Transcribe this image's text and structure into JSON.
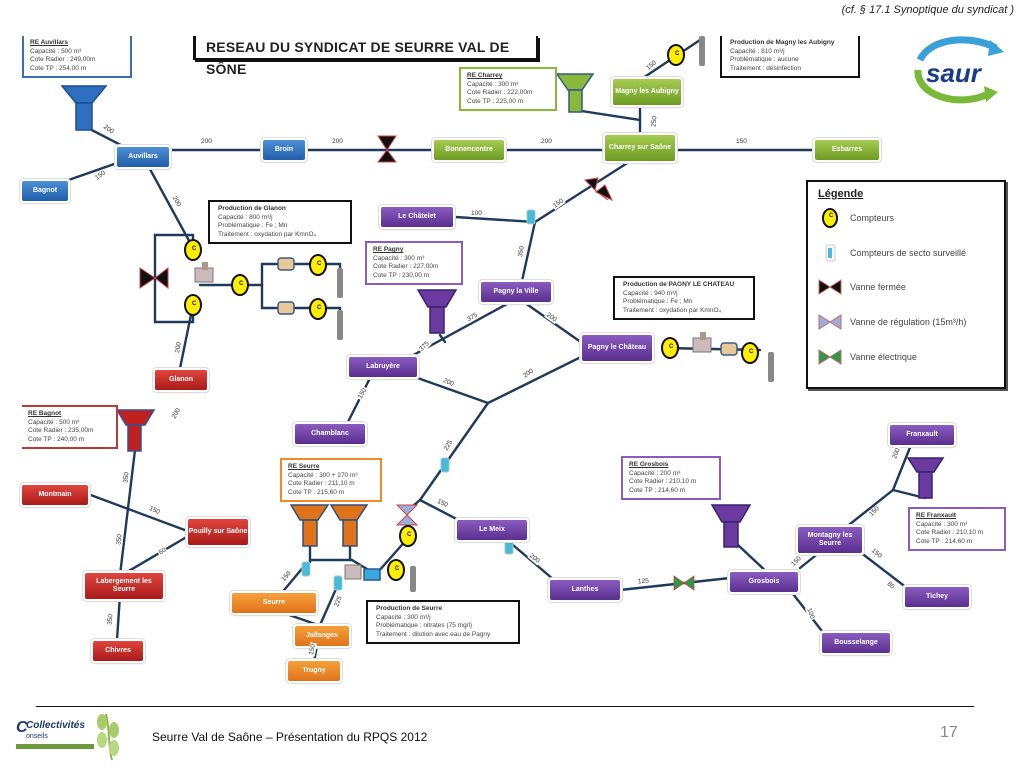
{
  "header": {
    "reference": "(cf.  § 17.1 Synoptique du syndicat )",
    "title": "RESEAU DU SYNDICAT DE SEURRE VAL DE SÔNE"
  },
  "logos": {
    "saur": "saur",
    "collectivites": "Collectivités",
    "conseils": "onseils"
  },
  "colors": {
    "blue": "#2f6fbf",
    "green": "#8ab83a",
    "purple": "#6a3aa0",
    "red": "#c0201e",
    "orange": "#f08a2a",
    "pipe": "#1f3a5a",
    "meter_yellow": "#ffee00"
  },
  "nodes": [
    {
      "id": "auvillars",
      "label": "Auvillars",
      "group": "blue"
    },
    {
      "id": "bagnot",
      "label": "Bagnot",
      "group": "blue"
    },
    {
      "id": "broin",
      "label": "Broin",
      "group": "blue"
    },
    {
      "id": "bonnencontre",
      "label": "Bonnencontre",
      "group": "green"
    },
    {
      "id": "charrey",
      "label": "Charrey sur Saône",
      "group": "green"
    },
    {
      "id": "magny",
      "label": "Magny les Aubigny",
      "group": "green"
    },
    {
      "id": "esbarres",
      "label": "Esbarres",
      "group": "green"
    },
    {
      "id": "chatelet",
      "label": "Le Châtelet",
      "group": "purple"
    },
    {
      "id": "pagnyville",
      "label": "Pagny la Ville",
      "group": "purple"
    },
    {
      "id": "pagnychateau",
      "label": "Pagny le Château",
      "group": "purple"
    },
    {
      "id": "labruyere",
      "label": "Labruyère",
      "group": "purple"
    },
    {
      "id": "chamblanc",
      "label": "Chamblanc",
      "group": "purple"
    },
    {
      "id": "lemeix",
      "label": "Le Meix",
      "group": "purple"
    },
    {
      "id": "lanthes",
      "label": "Lanthes",
      "group": "purple"
    },
    {
      "id": "grosbois",
      "label": "Grosbois",
      "group": "purple"
    },
    {
      "id": "montagny",
      "label": "Montagny les Seurre",
      "group": "purple"
    },
    {
      "id": "franxault",
      "label": "Franxault",
      "group": "purple"
    },
    {
      "id": "tichey",
      "label": "Tichey",
      "group": "purple"
    },
    {
      "id": "bousselange",
      "label": "Bousselange",
      "group": "purple"
    },
    {
      "id": "glanon",
      "label": "Glanon",
      "group": "red"
    },
    {
      "id": "montmain",
      "label": "Montmain",
      "group": "red"
    },
    {
      "id": "pouilly",
      "label": "Pouilly sur Saône",
      "group": "red"
    },
    {
      "id": "labergement",
      "label": "Labergement les Seurre",
      "group": "red"
    },
    {
      "id": "chivres",
      "label": "Chivres",
      "group": "red"
    },
    {
      "id": "seurre",
      "label": "Seurre",
      "group": "orange"
    },
    {
      "id": "jallanges",
      "label": "Jallanges",
      "group": "orange"
    },
    {
      "id": "trugny",
      "label": "Trugny",
      "group": "orange"
    }
  ],
  "reservoirs": [
    {
      "id": "re-auvillars",
      "title": "RE Auvillars",
      "lines": [
        "Capacité : 500 m³",
        "Cote Radier : 249,00m",
        "Cote TP : 254,00 m"
      ]
    },
    {
      "id": "re-charrey",
      "title": "RE Charrey",
      "lines": [
        "Capacité : 300 m³",
        "Cote Radier : 222,00m",
        "Cote TP : 225,00 m"
      ]
    },
    {
      "id": "re-pagny",
      "title": "RE Pagny",
      "lines": [
        "Capacité : 300 m³",
        "Cote Radier : 227,00m",
        "Cote TP : 230,00 m"
      ]
    },
    {
      "id": "re-bagnot",
      "title": "RE Bagnot",
      "lines": [
        "Capacité : 500 m³",
        "Cote Radier : 235,00m",
        "Cote TP : 240,00 m"
      ]
    },
    {
      "id": "re-seurre",
      "title": "RE Seurre",
      "lines": [
        "Capacité : 300 + 270 m³",
        "Cote Radier : 211,10 m",
        "Cote TP : 215,60 m"
      ]
    },
    {
      "id": "re-grosbois",
      "title": "RE Grosbois",
      "lines": [
        "Capacité : 200 m³",
        "Cote Radier : 210,10 m",
        "Cote TP : 214,60 m"
      ]
    },
    {
      "id": "re-franxault",
      "title": "RE Franxault",
      "lines": [
        "Capacité : 300 m³",
        "Cote Radier : 210,10 m",
        "Cote TP : 214,60 m"
      ]
    }
  ],
  "productions": [
    {
      "id": "prod-magny",
      "title": "Production de Magny les Aubigny",
      "lines": [
        "Capacité : 810 m³/j",
        "Problématique : aucune",
        "Traitement : désinfection"
      ]
    },
    {
      "id": "prod-glanon",
      "title": "Production de Glanon",
      "lines": [
        "Capacité : 800 m³/j",
        "Problématique : Fe ; Mn",
        "Traitement : oxydation par KmnO₄"
      ]
    },
    {
      "id": "prod-pagny",
      "title": "Production de PAGNY LE CHATEAU",
      "lines": [
        "Capacité : 940 m³/j",
        "Problématique : Fe ; Mn",
        "Traitement : oxydation par KmnO₄"
      ]
    },
    {
      "id": "prod-seurre",
      "title": "Production de Seurre",
      "lines": [
        "Capacité : 300 m³/j",
        "Problématique : nitrates (75 mg/l)",
        "Traitement : dilution avec eau de Pagny"
      ]
    }
  ],
  "edge_labels": [
    {
      "id": "auv-re",
      "text": "200"
    },
    {
      "id": "auv-broin",
      "text": "200"
    },
    {
      "id": "broin-valve",
      "text": "200"
    },
    {
      "id": "bonn-charrey",
      "text": "200"
    },
    {
      "id": "charrey-esb",
      "text": "150"
    },
    {
      "id": "magny-meter",
      "text": "150"
    },
    {
      "id": "charrey-magny",
      "text": "250"
    },
    {
      "id": "bagnot-auv",
      "text": "150"
    },
    {
      "id": "auv-glanon",
      "text": "200"
    },
    {
      "id": "glanon-up",
      "text": "200"
    },
    {
      "id": "glanon-down",
      "text": "200"
    },
    {
      "id": "chatelet",
      "text": "100"
    },
    {
      "id": "charrey-pagny",
      "text": "150"
    },
    {
      "id": "pagnyv-up",
      "text": "350"
    },
    {
      "id": "labr-pv",
      "text": "375"
    },
    {
      "id": "re-pagny-pv",
      "text": "375"
    },
    {
      "id": "pv-pc",
      "text": "200"
    },
    {
      "id": "labr-j",
      "text": "200"
    },
    {
      "id": "j-pc",
      "text": "200"
    },
    {
      "id": "chamblanc",
      "text": "150"
    },
    {
      "id": "bagnot-lab",
      "text": "350"
    },
    {
      "id": "montmain-pouilly",
      "text": "150"
    },
    {
      "id": "lab-mid",
      "text": "350"
    },
    {
      "id": "pouilly-lab",
      "text": "60"
    },
    {
      "id": "lab-chivres",
      "text": "350"
    },
    {
      "id": "j-meix",
      "text": "225"
    },
    {
      "id": "meix",
      "text": "150"
    },
    {
      "id": "meix-lanthes",
      "text": "200"
    },
    {
      "id": "lanthes-gros",
      "text": "125"
    },
    {
      "id": "seurre-up",
      "text": "150"
    },
    {
      "id": "jall-up",
      "text": "225"
    },
    {
      "id": "jall-trugny",
      "text": "150"
    },
    {
      "id": "gros-mont",
      "text": "150"
    },
    {
      "id": "gros-bous",
      "text": "100"
    },
    {
      "id": "mont-fr",
      "text": "150"
    },
    {
      "id": "fr-up",
      "text": "200"
    },
    {
      "id": "mont-tichey",
      "text": "150"
    },
    {
      "id": "tichey",
      "text": "80"
    }
  ],
  "legend": {
    "title": "Légende",
    "items": [
      {
        "icon": "meter-icon",
        "label": "Compteurs"
      },
      {
        "icon": "sector-meter-icon",
        "label": "Compteurs de secto surveillé"
      },
      {
        "icon": "closed-valve-icon",
        "label": "Vanne fermée"
      },
      {
        "icon": "regulation-valve-icon",
        "label": "Vanne de régulation (15m³/h)"
      },
      {
        "icon": "electric-valve-icon",
        "label": "Vanne électrique"
      }
    ],
    "meter_letter": "C"
  },
  "footer": {
    "text": "Seurre Val de Saône – Présentation du RPQS 2012",
    "page": "17"
  }
}
